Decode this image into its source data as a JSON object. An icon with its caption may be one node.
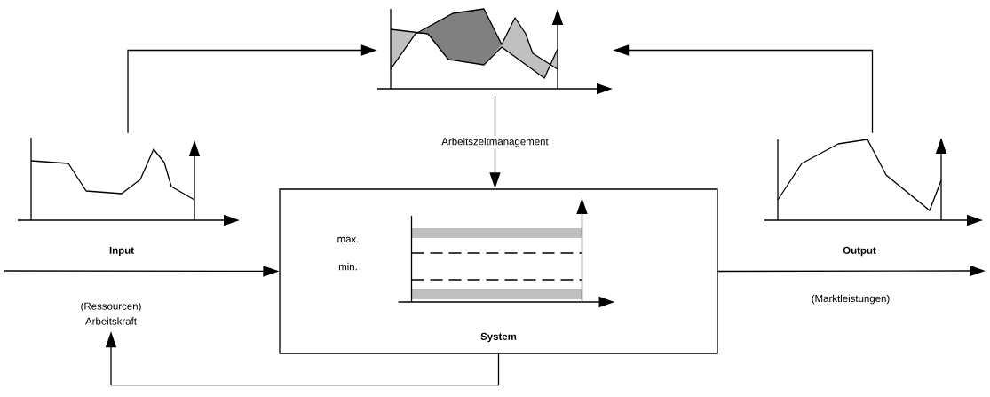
{
  "diagram": {
    "nodes": [
      {
        "text": [],
        "shape": "picture"
      },
      {
        "text": [],
        "shape": "picture",
        "beside": [
          "Input"
        ]
      },
      {
        "text": [],
        "shape": "picture",
        "beside": [
          "Output"
        ]
      },
      {
        "text": [
          "System"
        ]
      },
      {
        "text": [],
        "shape": "picture",
        "in": 3
      },
      {
        "text": [
          "(Ressourcen) Arbeitskraft"
        ]
      }
    ],
    "edges": [
      {
        "from": 1,
        "to": 0,
        "arrow": "to"
      },
      {
        "from": 2,
        "to": 0,
        "arrow": "to"
      },
      {
        "from": 0,
        "to": 3,
        "arrow": "to",
        "label": "Arbeitszeitmanagement"
      },
      {
        "from": null,
        "to": 3,
        "arrow": "to"
      },
      {
        "from": 3,
        "to": null,
        "arrow": "to"
      },
      {
        "from": 3,
        "to": 5,
        "arrow": "to"
      }
    ],
    "labels": [
      "(Marktleistungen)",
      "max.",
      "min."
    ]
  }
}
